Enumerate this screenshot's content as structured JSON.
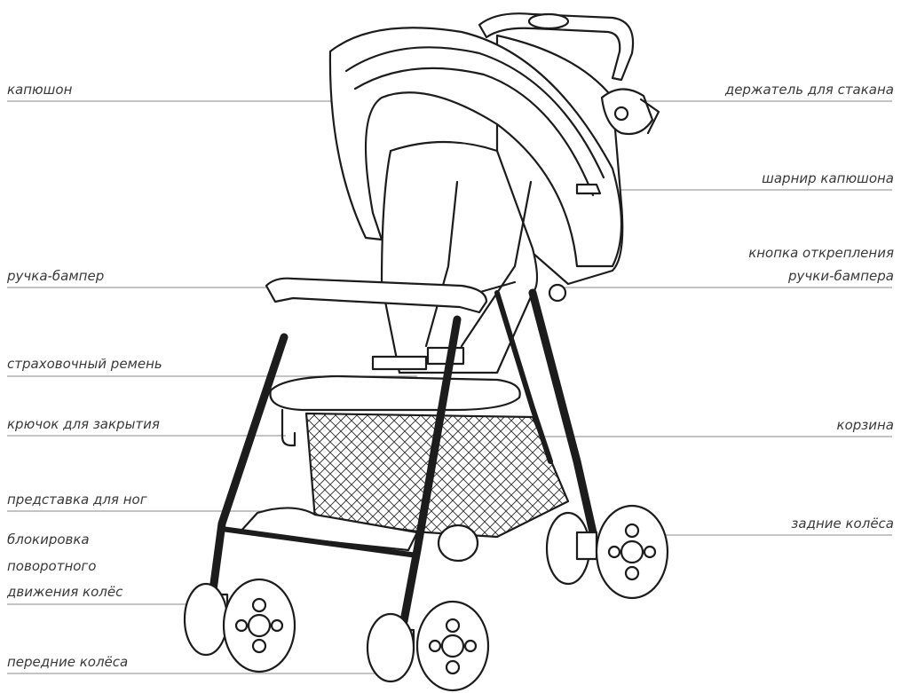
{
  "labels_left": [
    {
      "id": "hood",
      "text": "капюшон"
    },
    {
      "id": "bumper",
      "text": "ручка-бампер"
    },
    {
      "id": "belt",
      "text": "страховочный ремень"
    },
    {
      "id": "hook",
      "text": "крючок для закрытия"
    },
    {
      "id": "footrest",
      "text": "представка для ног"
    },
    {
      "id": "swivel-lock-1",
      "text": "блокировка"
    },
    {
      "id": "swivel-lock-2",
      "text": "поворотного"
    },
    {
      "id": "swivel-lock-3",
      "text": "движения колёс"
    },
    {
      "id": "front-wheels",
      "text": "передние колёса"
    }
  ],
  "labels_right": [
    {
      "id": "cup-holder",
      "text": "держатель для стакана"
    },
    {
      "id": "hood-hinge",
      "text": "шарнир капюшона"
    },
    {
      "id": "bumper-release-1",
      "text": "кнопка открепления"
    },
    {
      "id": "bumper-release-2",
      "text": "ручки-бампера"
    },
    {
      "id": "basket",
      "text": "корзина"
    },
    {
      "id": "rear-wheels",
      "text": "задние колёса"
    }
  ],
  "colors": {
    "line": "#1c1c1c",
    "leader": "#8a8a8a",
    "text": "#3a3a3a"
  }
}
